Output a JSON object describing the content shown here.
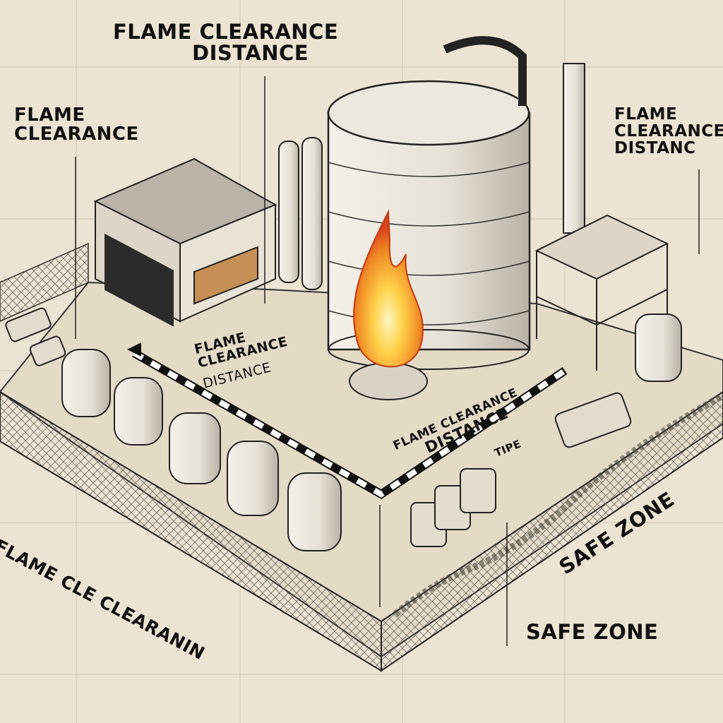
{
  "labels": {
    "top_center": [
      "FLAME CLEARANCE",
      "DISTANCE"
    ],
    "top_left": [
      "FLAME",
      "CLEARANCE"
    ],
    "top_right": [
      "FLAME",
      "CLEARANCE",
      "DISTANC"
    ],
    "ground_left": [
      "FLAME",
      "CLEARANCE",
      "DISTANCE"
    ],
    "ground_right": [
      "FLAME CLEARANCE",
      "DISTANCE"
    ],
    "ground_sign": "TIPE",
    "bottom_left": "FLAME CLE CLEARANIN",
    "safe_zone_upper": "SAFE ZONE",
    "safe_zone_lower": "SAFE ZONE"
  },
  "colors": {
    "paper": "#ece4d2",
    "ink": "#1a1a1a",
    "flame_outer": "#e2561c",
    "flame_inner": "#ffd24a"
  }
}
